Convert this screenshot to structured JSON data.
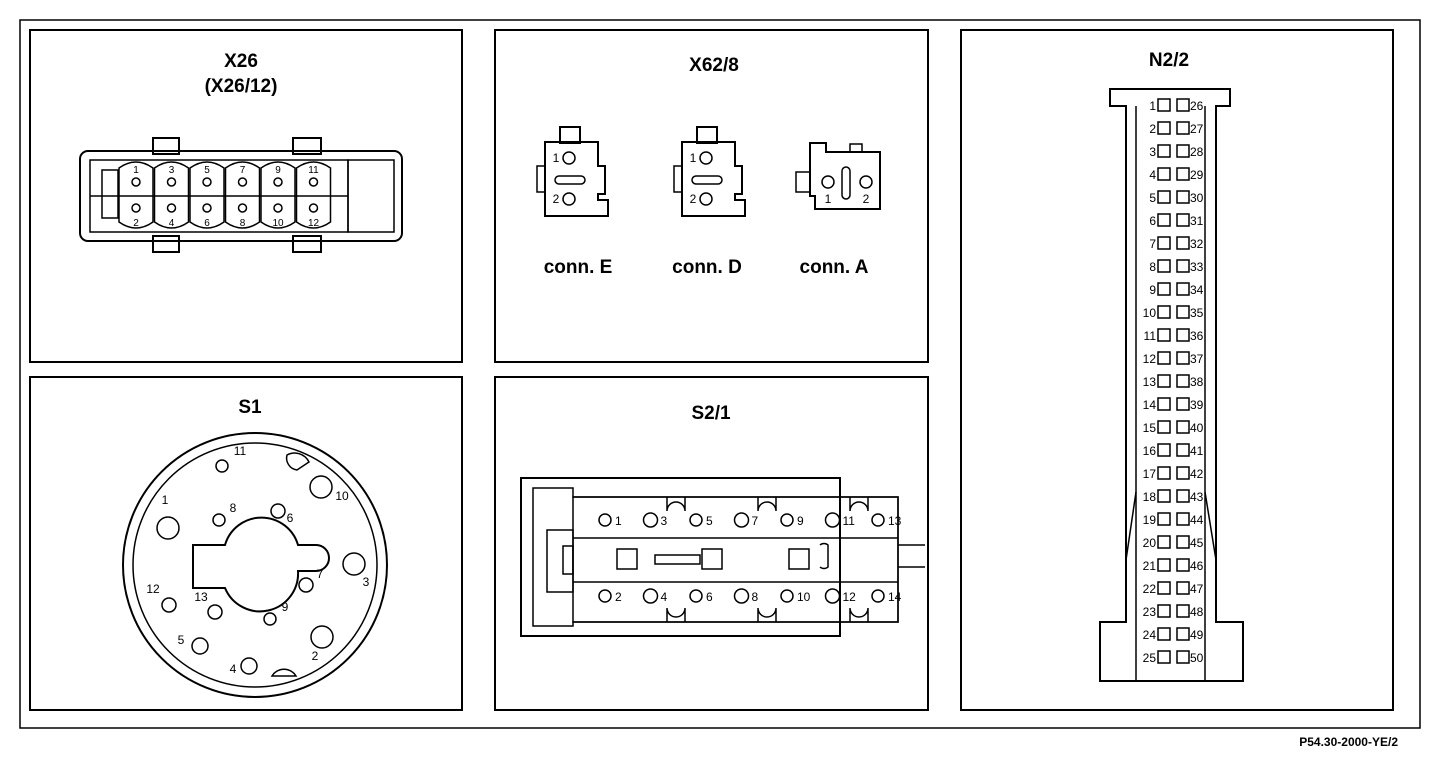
{
  "panels": {
    "x26": {
      "title": "X26",
      "subtitle": "(X26/12)",
      "top_pins": [
        "1",
        "3",
        "5",
        "7",
        "9",
        "11"
      ],
      "bottom_pins": [
        "2",
        "4",
        "6",
        "8",
        "10",
        "12"
      ]
    },
    "x62": {
      "title": "X62/8",
      "conn_e": {
        "label": "conn. E",
        "pins": [
          "1",
          "2"
        ]
      },
      "conn_d": {
        "label": "conn. D",
        "pins": [
          "1",
          "2"
        ]
      },
      "conn_a": {
        "label": "conn. A",
        "pins": [
          "1",
          "2"
        ]
      }
    },
    "s1": {
      "title": "S1",
      "pins": [
        "1",
        "2",
        "3",
        "4",
        "5",
        "6",
        "7",
        "8",
        "9",
        "10",
        "11",
        "12",
        "13"
      ]
    },
    "s21": {
      "title": "S2/1",
      "top_pins": [
        "1",
        "3",
        "5",
        "7",
        "9",
        "11",
        "13"
      ],
      "bottom_pins": [
        "2",
        "4",
        "6",
        "8",
        "10",
        "12",
        "14"
      ]
    },
    "n22": {
      "title": "N2/2",
      "left_pins": [
        "1",
        "2",
        "3",
        "4",
        "5",
        "6",
        "7",
        "8",
        "9",
        "10",
        "11",
        "12",
        "13",
        "14",
        "15",
        "16",
        "17",
        "18",
        "19",
        "20",
        "21",
        "22",
        "23",
        "24",
        "25"
      ],
      "right_pins": [
        "26",
        "27",
        "28",
        "29",
        "30",
        "31",
        "32",
        "33",
        "34",
        "35",
        "36",
        "37",
        "38",
        "39",
        "40",
        "41",
        "42",
        "43",
        "44",
        "45",
        "46",
        "47",
        "48",
        "49",
        "50"
      ]
    }
  },
  "footer": {
    "code": "P54.30-2000-YE/2"
  }
}
